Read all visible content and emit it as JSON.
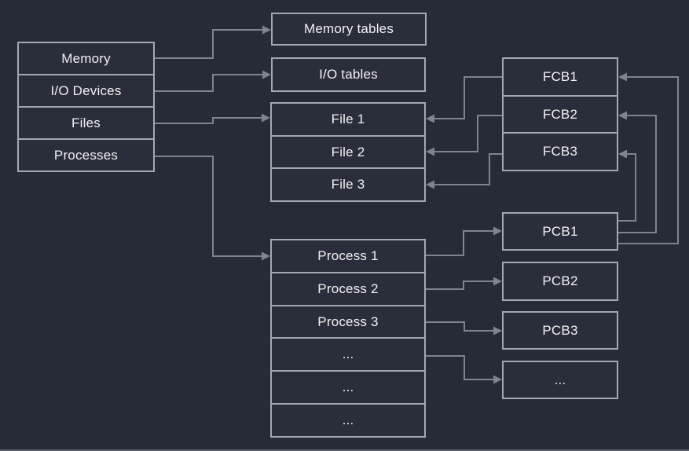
{
  "colors": {
    "background": "#272B37",
    "box_fill": "#2A2E3A",
    "box_border": "#A5A8AF",
    "arrow": "#7E8390",
    "text": "#F1F1F3"
  },
  "diagram": {
    "title": "",
    "tables": [
      {
        "id": "os-table",
        "rows": [
          "Memory",
          "I/O Devices",
          "Files",
          "Processes"
        ]
      },
      {
        "id": "memory-tables",
        "rows": [
          "Memory tables"
        ]
      },
      {
        "id": "io-tables",
        "rows": [
          "I/O tables"
        ]
      },
      {
        "id": "file-table",
        "rows": [
          "File 1",
          "File 2",
          "File 3"
        ]
      },
      {
        "id": "process-table",
        "rows": [
          "Process 1",
          "Process 2",
          "Process 3",
          "...",
          "...",
          "..."
        ]
      },
      {
        "id": "fcb-table",
        "rows": [
          "FCB1",
          "FCB2",
          "FCB3"
        ]
      },
      {
        "id": "pcb1",
        "rows": [
          "PCB1"
        ]
      },
      {
        "id": "pcb2",
        "rows": [
          "PCB2"
        ]
      },
      {
        "id": "pcb3",
        "rows": [
          "PCB3"
        ]
      },
      {
        "id": "pcb-etc",
        "rows": [
          "..."
        ]
      }
    ],
    "connectors": [
      {
        "id": "memory-to-memory-tables",
        "from": "Memory",
        "to": "Memory tables"
      },
      {
        "id": "io-to-io-tables",
        "from": "I/O Devices",
        "to": "I/O tables"
      },
      {
        "id": "files-to-file1",
        "from": "Files",
        "to": "File 1"
      },
      {
        "id": "processes-to-process1",
        "from": "Processes",
        "to": "Process 1"
      },
      {
        "id": "fcb1-to-file1",
        "from": "FCB1",
        "to": "File 1"
      },
      {
        "id": "fcb2-to-file2",
        "from": "FCB2",
        "to": "File 2"
      },
      {
        "id": "fcb3-to-file3",
        "from": "FCB3",
        "to": "File 3"
      },
      {
        "id": "process1-to-pcb1",
        "from": "Process 1",
        "to": "PCB1"
      },
      {
        "id": "process2-to-pcb2",
        "from": "Process 2",
        "to": "PCB2"
      },
      {
        "id": "process3-to-pcb3",
        "from": "Process 3",
        "to": "PCB3"
      },
      {
        "id": "process4-to-pcb-etc",
        "from": "...",
        "to": "..."
      },
      {
        "id": "pcb1-to-fcb3",
        "from": "PCB1",
        "to": "FCB3"
      },
      {
        "id": "pcb1-to-fcb2",
        "from": "PCB1",
        "to": "FCB2"
      },
      {
        "id": "pcb1-to-fcb1",
        "from": "PCB1",
        "to": "FCB1"
      }
    ]
  }
}
